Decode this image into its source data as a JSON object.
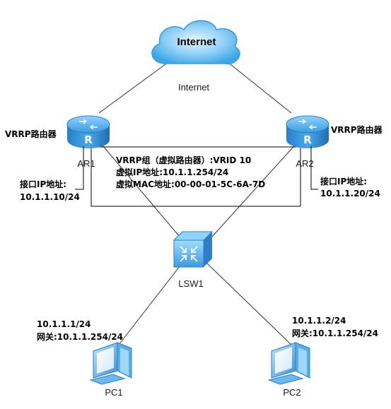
{
  "internet": {
    "cloud_label": "Internet",
    "caption": "Internet"
  },
  "ar1": {
    "name": "AR1",
    "role": "VRRP路由器",
    "ip_title": "接口IP地址:",
    "ip": "10.1.1.10/24"
  },
  "ar2": {
    "name": "AR2",
    "role": "VRRP路由器",
    "ip_title": "接口IP地址:",
    "ip": "10.1.1.20/24"
  },
  "vrrp": {
    "group": "VRRP组（虚拟路由器）:VRID 10",
    "vip": "虚拟IP地址:10.1.1.254/24",
    "vmac": "虚拟MAC地址:00-00-01-5C-6A-7D"
  },
  "switch": {
    "name": "LSW1"
  },
  "pc1": {
    "name": "PC1",
    "ip": "10.1.1.1/24",
    "gateway": "网关:10.1.1.254/24"
  },
  "pc2": {
    "name": "PC2",
    "ip": "10.1.1.2/24",
    "gateway": "网关:10.1.1.254/24"
  },
  "colors": {
    "device_blue": "#2f8fd8",
    "cloud_blue": "#4fb2ec",
    "line": "#333333"
  }
}
